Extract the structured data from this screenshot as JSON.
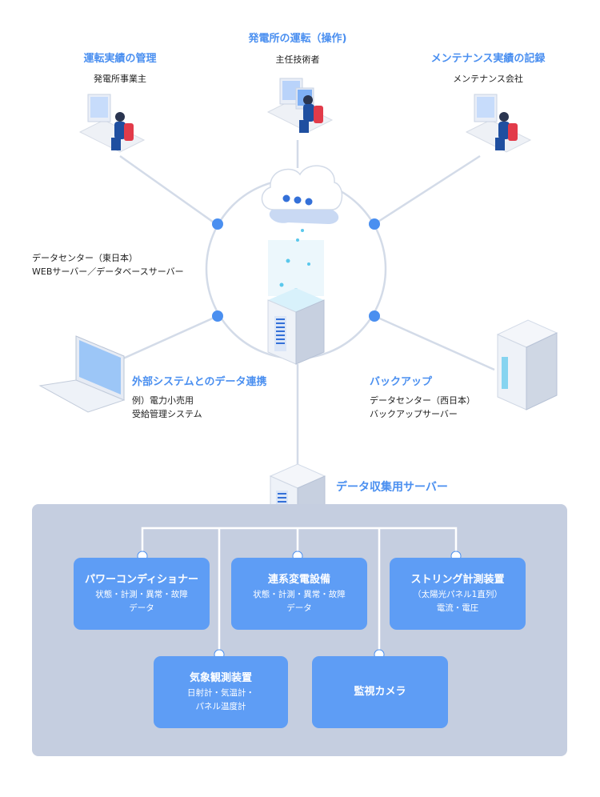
{
  "top": {
    "owner": {
      "role": "運転実績の管理",
      "label": "発電所事業主"
    },
    "operator": {
      "role": "発電所の運転（操作)",
      "label": "主任技術者"
    },
    "maintenance": {
      "role": "メンテナンス実績の記録",
      "label": "メンテナンス会社"
    }
  },
  "datacenter_east": {
    "line1": "データセンター（東日本）",
    "line2": "WEBサーバー／データベースサーバー"
  },
  "external": {
    "title": "外部システムとのデータ連携",
    "line1": "例）電力小売用",
    "line2": "受給管理システム"
  },
  "backup": {
    "title": "バックアップ",
    "line1": "データセンター（西日本）",
    "line2": "バックアップサーバー"
  },
  "collector": {
    "title": "データ収集用サーバー"
  },
  "devices": {
    "pcs": {
      "title": "パワーコンディショナー",
      "line1": "状態・計測・異常・故障",
      "line2": "データ"
    },
    "grid": {
      "title": "連系変電設備",
      "line1": "状態・計測・異常・故障",
      "line2": "データ"
    },
    "string": {
      "title": "ストリング計測装置",
      "line1": "（太陽光パネル1直列）",
      "line2": "電流・電圧"
    },
    "weather": {
      "title": "気象観測装置",
      "line1": "日射計・気温計・",
      "line2": "パネル温度計"
    },
    "camera": {
      "title": "監視カメラ"
    }
  },
  "colors": {
    "accent": "#4a8ff0",
    "box": "#5e9df5",
    "panel": "#c5cee0",
    "line": "#d3dbe8",
    "node": "#4a8ff0"
  }
}
